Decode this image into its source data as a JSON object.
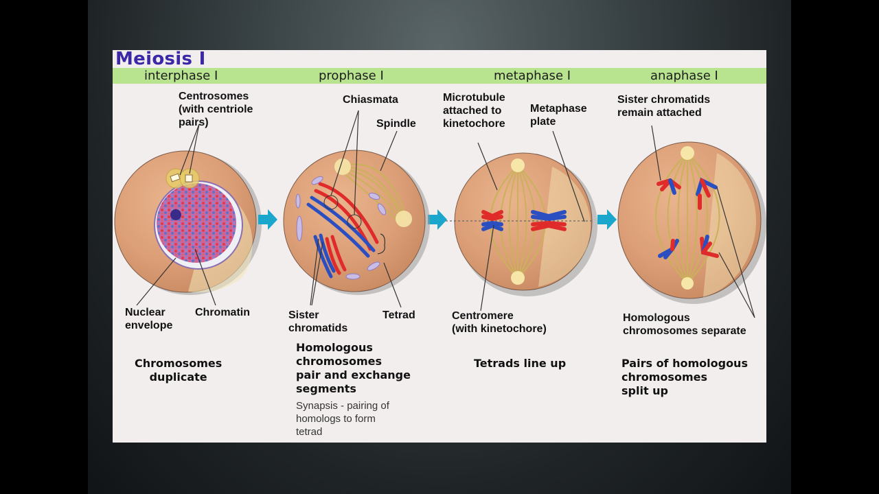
{
  "slide": {
    "title": "Meiosis I",
    "colors": {
      "title": "#3b28a6",
      "band": "#b8e48f",
      "arrow": "#1ba6cc",
      "cell": "#e0a47c",
      "chromosome_red": "#e02b2b",
      "chromosome_blue": "#2b4fc0",
      "spindle": "#c9b25a"
    },
    "stages": [
      {
        "phase": "interphase I",
        "labels": {
          "centrosomes": [
            "Centrosomes",
            "(with centriole",
            "pairs)"
          ],
          "nuclear_envelope": [
            "Nuclear",
            "envelope"
          ],
          "chromatin": "Chromatin"
        },
        "caption": [
          "Chromosomes",
          "duplicate"
        ]
      },
      {
        "phase": "prophase I",
        "labels": {
          "chiasmata": "Chiasmata",
          "spindle": "Spindle",
          "sister_chromatids": [
            "Sister",
            "chromatids"
          ],
          "tetrad": "Tetrad"
        },
        "caption": [
          "Homologous",
          "chromosomes",
          "pair and exchange",
          "segments"
        ],
        "note": [
          "Synapsis - pairing of",
          "homologs to form",
          "tetrad"
        ]
      },
      {
        "phase": "metaphase I",
        "labels": {
          "microtubule": [
            "Microtubule",
            "attached to",
            "kinetochore"
          ],
          "metaphase_plate": [
            "Metaphase",
            "plate"
          ],
          "centromere": [
            "Centromere",
            "(with kinetochore)"
          ]
        },
        "caption": [
          "Tetrads line up"
        ]
      },
      {
        "phase": "anaphase I",
        "labels": {
          "sister_chromatids": [
            "Sister chromatids",
            "remain attached"
          ],
          "homologous": [
            "Homologous",
            "chromosomes separate"
          ]
        },
        "caption": [
          "Pairs of homologous",
          "chromosomes",
          "split up"
        ]
      }
    ],
    "arrows": [
      "arrow-right-icon",
      "arrow-right-icon",
      "arrow-right-icon"
    ]
  }
}
